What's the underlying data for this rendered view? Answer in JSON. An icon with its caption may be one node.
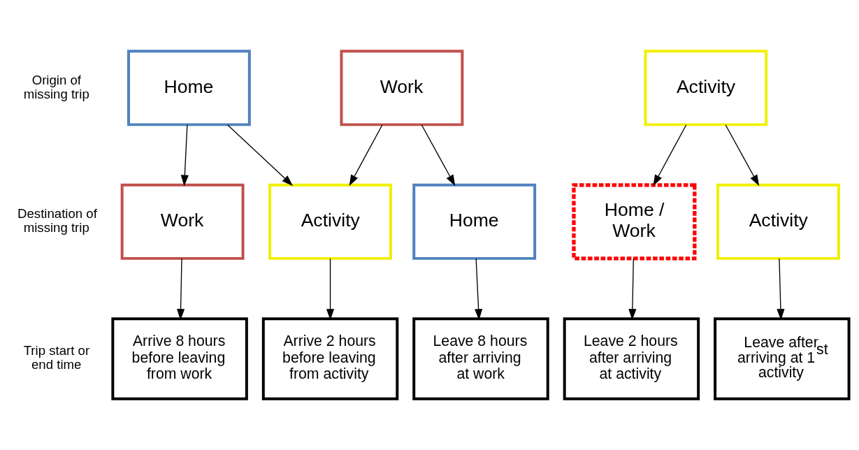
{
  "diagram": {
    "nodes": [
      {
        "text": [
          "Home"
        ]
      },
      {
        "text": [
          "Work"
        ]
      },
      {
        "text": [
          "Activity"
        ]
      },
      {
        "text": [
          "Work"
        ]
      },
      {
        "text": [
          "Activity"
        ]
      },
      {
        "text": [
          "Home"
        ]
      },
      {
        "text": [
          "Home / Work"
        ]
      },
      {
        "text": [
          "Activity"
        ]
      },
      {
        "text": [
          "Arrive 8 hours before leaving from work"
        ]
      },
      {
        "text": [
          "Arrive 2 hours before leaving from activity"
        ]
      },
      {
        "text": [
          "Leave 8 hours after arriving at work"
        ]
      },
      {
        "text": [
          "Leave 2 hours after arriving at activity"
        ]
      },
      {
        "text": [
          "Leave after arriving at 1$^{st}$ activity"
        ]
      }
    ],
    "edges": [
      {
        "from": 0,
        "to": 3,
        "arrow": "to"
      },
      {
        "from": 0,
        "to": 4,
        "arrow": "to"
      },
      {
        "from": 1,
        "to": 4,
        "arrow": "to"
      },
      {
        "from": 1,
        "to": 5,
        "arrow": "to"
      },
      {
        "from": 2,
        "to": 6,
        "arrow": "to"
      },
      {
        "from": 2,
        "to": 7,
        "arrow": "to"
      },
      {
        "from": 3,
        "to": 8,
        "arrow": "to"
      },
      {
        "from": 4,
        "to": 9,
        "arrow": "to"
      },
      {
        "from": 5,
        "to": 10,
        "arrow": "to"
      },
      {
        "from": 6,
        "to": 11,
        "arrow": "to"
      },
      {
        "from": 7,
        "to": 12,
        "arrow": "to"
      }
    ],
    "labels": [
      "Origin of missing trip",
      "Destination of missing trip",
      "Trip start or end time"
    ]
  }
}
